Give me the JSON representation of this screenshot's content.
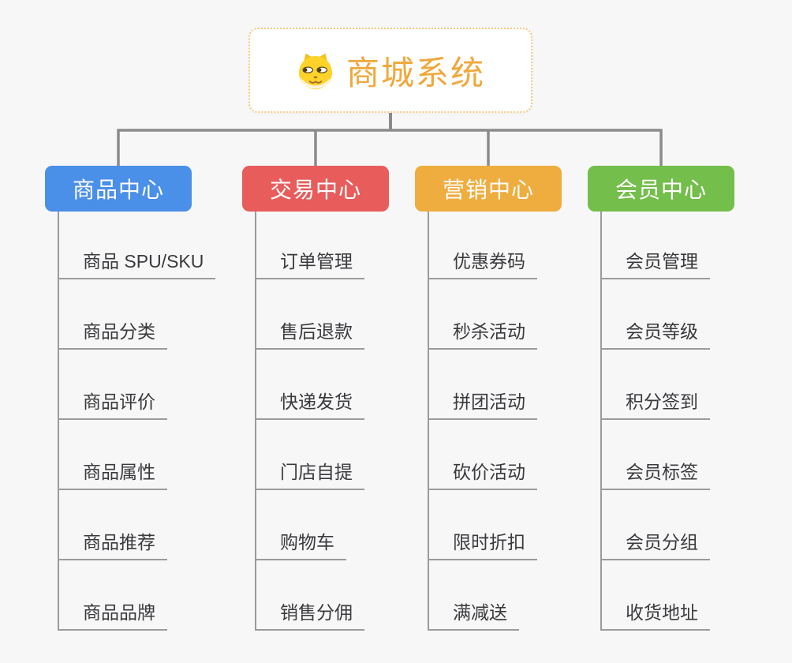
{
  "page": {
    "background_color": "#f7f7f7"
  },
  "root": {
    "label": "商城系统",
    "icon": "dog-face-icon",
    "text_color": "#f0a83c",
    "border_color": "#f3c87e"
  },
  "colors": {
    "tree_connector": "#8b8b8b",
    "branch_line": "#9b9b9b",
    "subtopic_text": "#3a3a3e"
  },
  "branches": [
    {
      "label": "商品中心",
      "color": "#4a8fe8",
      "children": [
        "商品 SPU/SKU",
        "商品分类",
        "商品评价",
        "商品属性",
        "商品推荐",
        "商品品牌"
      ]
    },
    {
      "label": "交易中心",
      "color": "#e85c5c",
      "children": [
        "订单管理",
        "售后退款",
        "快递发货",
        "门店自提",
        "购物车",
        "销售分佣"
      ]
    },
    {
      "label": "营销中心",
      "color": "#efad3f",
      "children": [
        "优惠券码",
        "秒杀活动",
        "拼团活动",
        "砍价活动",
        "限时折扣",
        "满减送"
      ]
    },
    {
      "label": "会员中心",
      "color": "#74be4b",
      "children": [
        "会员管理",
        "会员等级",
        "积分签到",
        "会员标签",
        "会员分组",
        "收货地址"
      ]
    }
  ]
}
